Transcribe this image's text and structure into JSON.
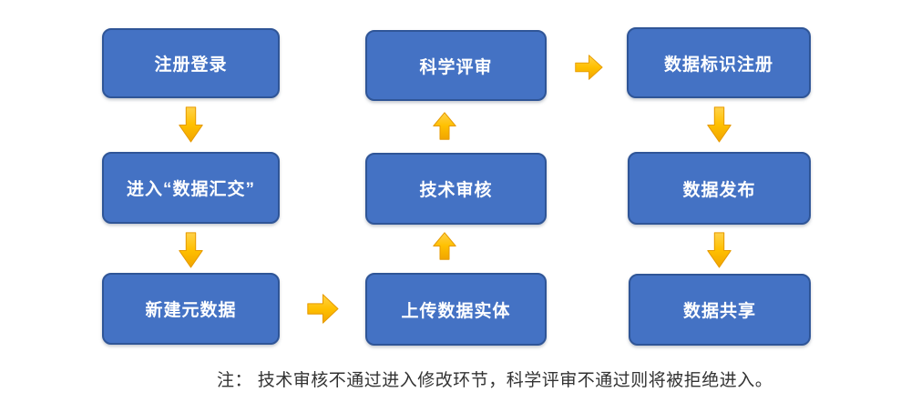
{
  "flowchart": {
    "title": "data-submission-workflow",
    "nodes": [
      {
        "id": "register-login",
        "label": "注册登录"
      },
      {
        "id": "enter-data-submission",
        "label": "进入“数据汇交”"
      },
      {
        "id": "create-metadata",
        "label": "新建元数据"
      },
      {
        "id": "scientific-review",
        "label": "科学评审"
      },
      {
        "id": "technical-review",
        "label": "技术审核"
      },
      {
        "id": "upload-data-entity",
        "label": "上传数据实体"
      },
      {
        "id": "data-identifier-registration",
        "label": "数据标识注册"
      },
      {
        "id": "data-publish",
        "label": "数据发布"
      },
      {
        "id": "data-share",
        "label": "数据共享"
      }
    ],
    "arrows": [
      {
        "from": "register-login",
        "to": "enter-data-submission",
        "direction": "down"
      },
      {
        "from": "enter-data-submission",
        "to": "create-metadata",
        "direction": "down"
      },
      {
        "from": "create-metadata",
        "to": "upload-data-entity",
        "direction": "right"
      },
      {
        "from": "upload-data-entity",
        "to": "technical-review",
        "direction": "up"
      },
      {
        "from": "technical-review",
        "to": "scientific-review",
        "direction": "up"
      },
      {
        "from": "scientific-review",
        "to": "data-identifier-registration",
        "direction": "right"
      },
      {
        "from": "data-identifier-registration",
        "to": "data-publish",
        "direction": "down"
      },
      {
        "from": "data-publish",
        "to": "data-share",
        "direction": "down"
      }
    ],
    "note": "注： 技术审核不通过进入修改环节，科学评审不通过则将被拒绝进入。",
    "colors": {
      "node_fill": "#4472C4",
      "node_border": "#2F5597",
      "node_text": "#FFFFFF",
      "arrow_fill": "#FFC000",
      "arrow_border": "#E69A00",
      "note_text": "#333333",
      "background": "#FFFFFF"
    }
  }
}
